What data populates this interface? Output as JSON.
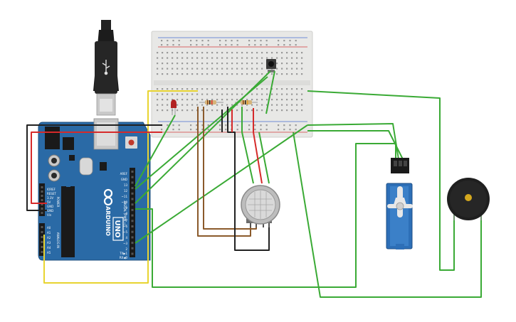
{
  "colors": {
    "background": "#ffffff",
    "board": "#2a6aa6",
    "wire_green": "#3aaa35",
    "wire_yellow": "#e8d431",
    "wire_red": "#d62a2a",
    "wire_black": "#222222",
    "wire_brown": "#8b5a2b",
    "servo": "#2d6fb7",
    "led": "#b22222"
  },
  "arduino": {
    "brand": "ARDUINO",
    "model": "UNO",
    "pins": {
      "aref": "AREF",
      "gnd": "GND",
      "d13": "13",
      "d12": "12",
      "d11": "~11",
      "d10": "~10",
      "d9": "~9",
      "d8": "8",
      "d7": "7",
      "d6": "~6",
      "d5": "~5",
      "d4": "4",
      "d3": "~3",
      "d2": "2",
      "tx": "TX▶1",
      "rx": "RX◀0",
      "digital_label": "DIGITAL (PWM ~)",
      "ioref": "IOREF",
      "reset": "RESET",
      "v33": "3.3V",
      "v5": "5V",
      "gnd1": "GND",
      "gnd2": "GND",
      "vin": "Vin",
      "a0": "A0",
      "a1": "A1",
      "a2": "A2",
      "a3": "A3",
      "a4": "A4",
      "a5": "A5",
      "power_label": "POWER",
      "analog_label": "ANALOG IN"
    }
  },
  "icons": {
    "usb": "usb-icon",
    "pushbutton": "pushbutton-icon",
    "gas_sensor": "gas-sensor-icon",
    "servo": "servo-icon",
    "buzzer": "buzzer-icon",
    "led": "led-icon",
    "resistor": "resistor-icon"
  }
}
